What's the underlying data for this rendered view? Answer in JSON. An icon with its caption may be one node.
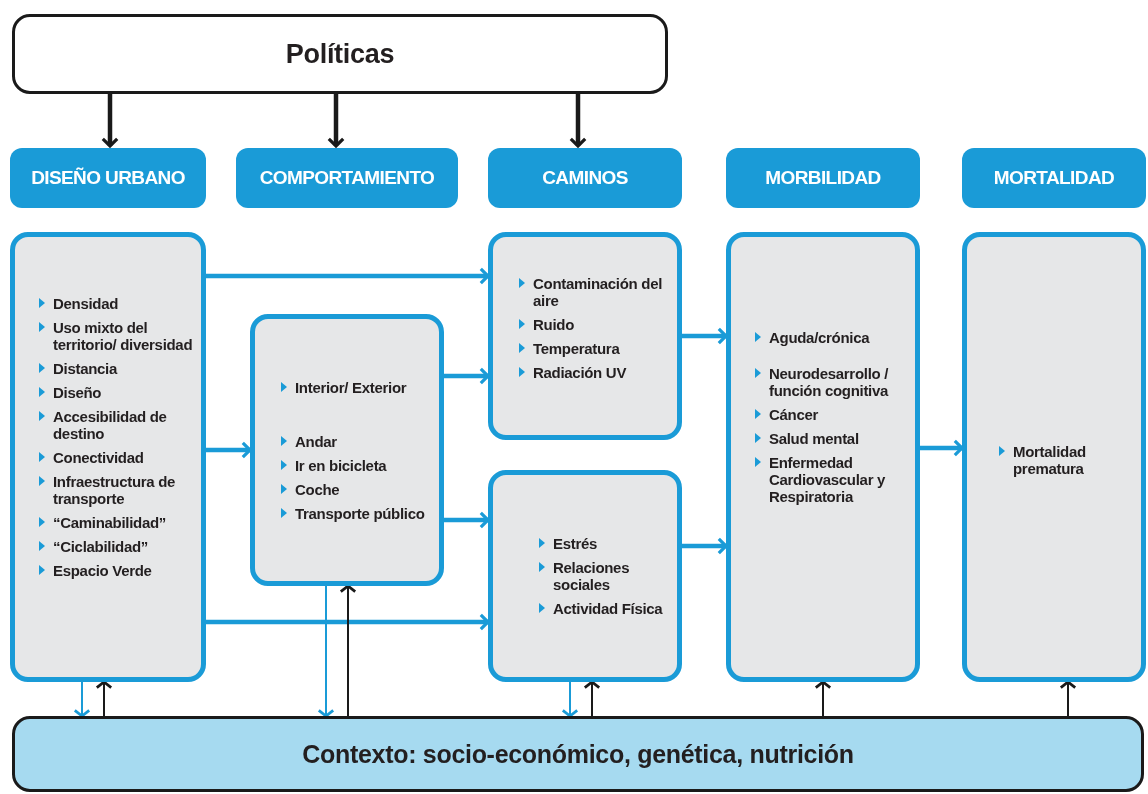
{
  "diagram": {
    "nodes": [
      {
        "text": [
          "Políticas"
        ]
      },
      {
        "text": [
          "DISEÑO URBANO"
        ]
      },
      {
        "text": [
          "COMPORTAMIENTO"
        ]
      },
      {
        "text": [
          "CAMINOS"
        ]
      },
      {
        "text": [
          "MORBILIDAD"
        ]
      },
      {
        "text": [
          "MORTALIDAD"
        ]
      },
      {
        "text": [
          "Densidad",
          "Uso mixto del territorio/ diversidad",
          "Distancia",
          "Diseño",
          "Accesibilidad de destino",
          "Conectividad",
          "Infraestructura de transporte",
          "“Caminabilidad”",
          "“Ciclabilidad”",
          "Espacio Verde"
        ]
      },
      {
        "text": [
          "Interior/ Exterior",
          "Andar",
          "Ir en bicicleta",
          "Coche",
          "Transporte público"
        ]
      },
      {
        "text": [
          "Contaminación del aire",
          "Ruido",
          "Temperatura",
          "Radiación UV"
        ]
      },
      {
        "text": [
          "Estrés",
          "Relaciones sociales",
          "Actividad Física"
        ]
      },
      {
        "text": [
          "Aguda/crónica",
          "Neurodesarrollo / función cognitiva",
          "Cáncer",
          "Salud mental",
          "Enfermedad Cardiovascular y Respiratoria"
        ]
      },
      {
        "text": [
          "Mortalidad prematura"
        ]
      },
      {
        "text": [
          "Contexto: socio-económico, genética, nutrición"
        ]
      }
    ],
    "edges": [
      {
        "from": 0,
        "to": 1,
        "arrow": "to",
        "color": "#1a1a1a"
      },
      {
        "from": 0,
        "to": 2,
        "arrow": "to",
        "color": "#1a1a1a"
      },
      {
        "from": 0,
        "to": 3,
        "arrow": "to",
        "color": "#1a1a1a"
      },
      {
        "from": 6,
        "to": 8,
        "arrow": "to"
      },
      {
        "from": 6,
        "to": 7,
        "arrow": "to"
      },
      {
        "from": 6,
        "to": 9,
        "arrow": "to"
      },
      {
        "from": 7,
        "to": 8,
        "arrow": "to"
      },
      {
        "from": 7,
        "to": 9,
        "arrow": "to"
      },
      {
        "from": 8,
        "to": 10,
        "arrow": "to"
      },
      {
        "from": 9,
        "to": 10,
        "arrow": "to"
      },
      {
        "from": 10,
        "to": 11,
        "arrow": "to"
      },
      {
        "from": 6,
        "to": 12,
        "arrow": "to"
      },
      {
        "from": 12,
        "to": 6,
        "arrow": "to",
        "color": "#1a1a1a"
      },
      {
        "from": 7,
        "to": 12,
        "arrow": "to"
      },
      {
        "from": 12,
        "to": 7,
        "arrow": "to",
        "color": "#1a1a1a"
      },
      {
        "from": 9,
        "to": 12,
        "arrow": "to"
      },
      {
        "from": 12,
        "to": 9,
        "arrow": "to",
        "color": "#1a1a1a"
      },
      {
        "from": 12,
        "to": 10,
        "arrow": "to",
        "color": "#1a1a1a"
      },
      {
        "from": 12,
        "to": 11,
        "arrow": "to",
        "color": "#1a1a1a"
      }
    ]
  }
}
